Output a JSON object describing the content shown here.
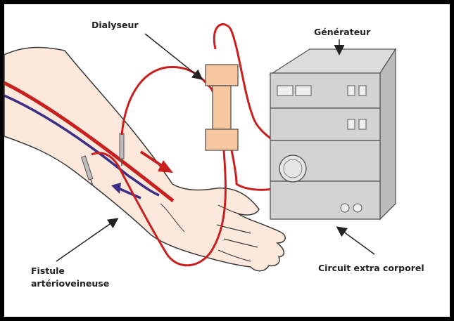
{
  "labels": {
    "dialyseur": "Dialyseur",
    "generateur": "Générateur",
    "fistule_line1": "Fistule",
    "fistule_line2": "artérioveineuse",
    "circuit": "Circuit extra corporel"
  },
  "colors": {
    "blood_red": "#c8201e",
    "vein_blue": "#3b2f86",
    "skin": "#fde8dc",
    "filter": "#f7c8a0",
    "machine": "#d3d3d3"
  }
}
